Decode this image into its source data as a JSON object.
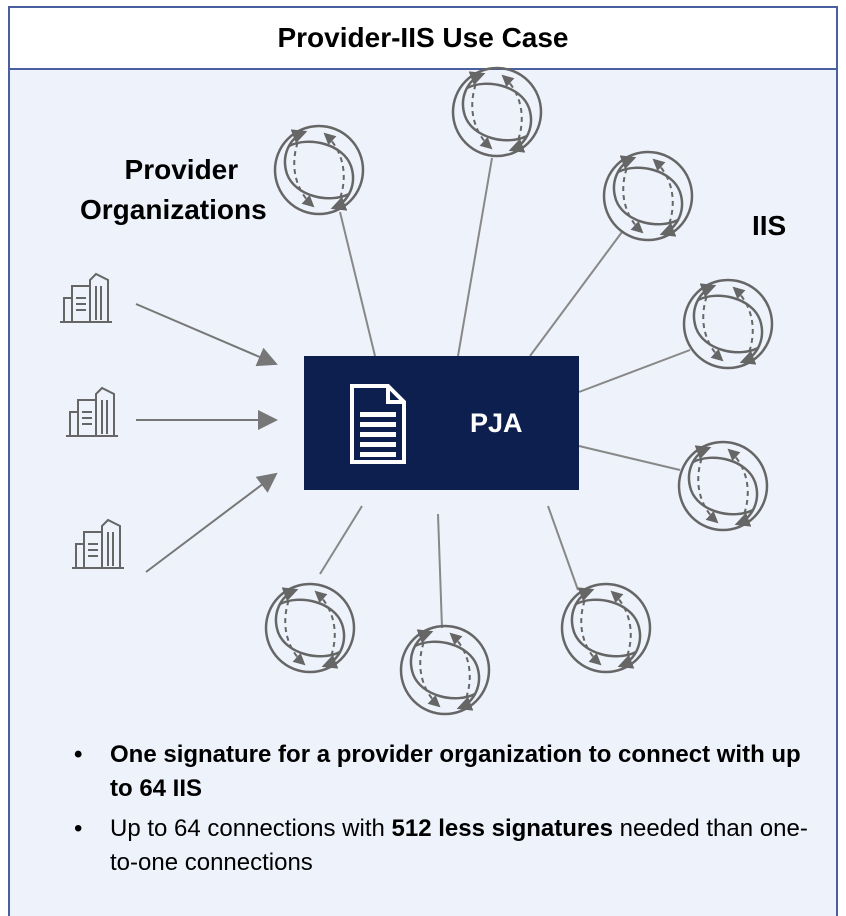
{
  "title": "Provider-IIS Use Case",
  "labels": {
    "provider_line1": "Provider",
    "provider_line2": "Organizations",
    "iis": "IIS",
    "pja": "PJA"
  },
  "icons": {
    "providers": "building-icon",
    "systems": "globe-icon",
    "hub": "document-icon"
  },
  "colors": {
    "panel_bg": "#eef2fa",
    "border": "#4a5fa0",
    "hub": "#0c1f4f",
    "icon_stroke": "#666666"
  },
  "bullets": [
    {
      "bullet": "•",
      "text": "One signature for a provider organization to connect with up to 64 IIS"
    },
    {
      "bullet": "•",
      "pre": "Up to 64 connections with ",
      "bold": "512 less signatures",
      "post": " needed than one-to-one connections"
    }
  ]
}
